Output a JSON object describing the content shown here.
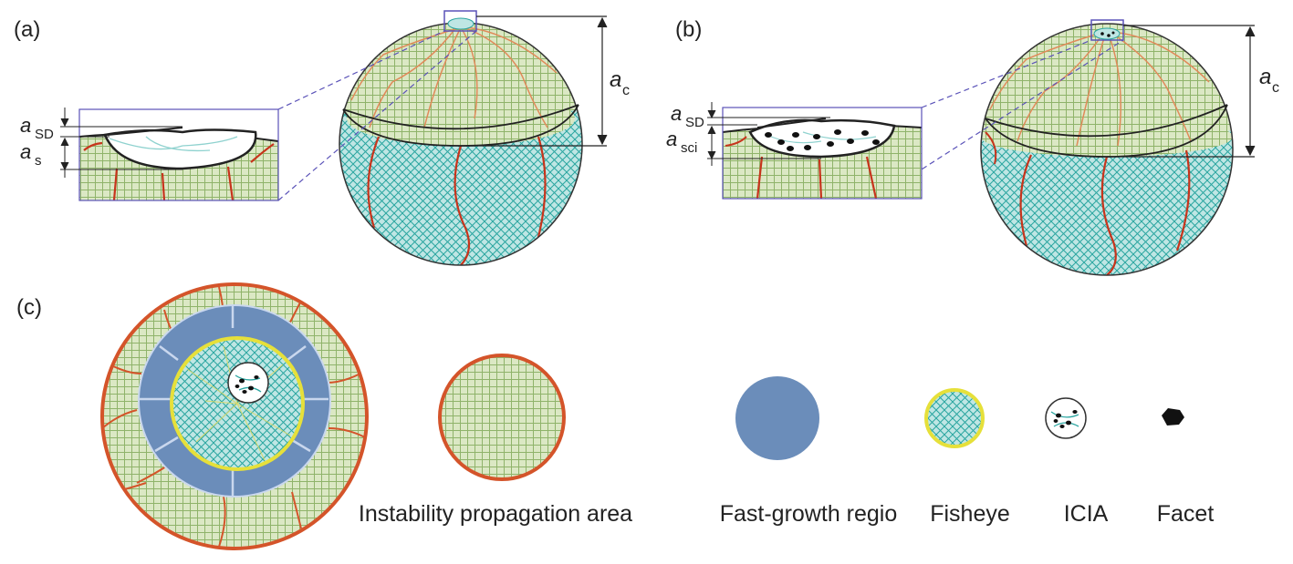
{
  "panels": {
    "a": {
      "tag": "(a)",
      "depth_main": "a",
      "depth_sub": "c",
      "sd_main": "a",
      "sd_sub": "SD",
      "s_main": "a",
      "s_sub": "s"
    },
    "b": {
      "tag": "(b)",
      "depth_main": "a",
      "depth_sub": "c",
      "sd_main": "a",
      "sd_sub": "SD",
      "sci_main": "a",
      "sci_sub": "sci"
    },
    "c": {
      "tag": "(c)"
    }
  },
  "legend": {
    "instability": "Instability propagation area",
    "fast_growth": "Fast-growth regio",
    "fisheye": "Fisheye",
    "icia": "ICIA",
    "facet": "Facet"
  },
  "colors": {
    "instability_fill": "#dbe8c4",
    "grid_green": "#8fb36a",
    "crack_red": "#d4542a",
    "teal_fill": "#9fd9d6",
    "teal_grid": "#29a5a0",
    "fast_growth_blue": "#6b8dba",
    "fisheye_ring": "#e6e03a",
    "facet_black": "#111111"
  }
}
